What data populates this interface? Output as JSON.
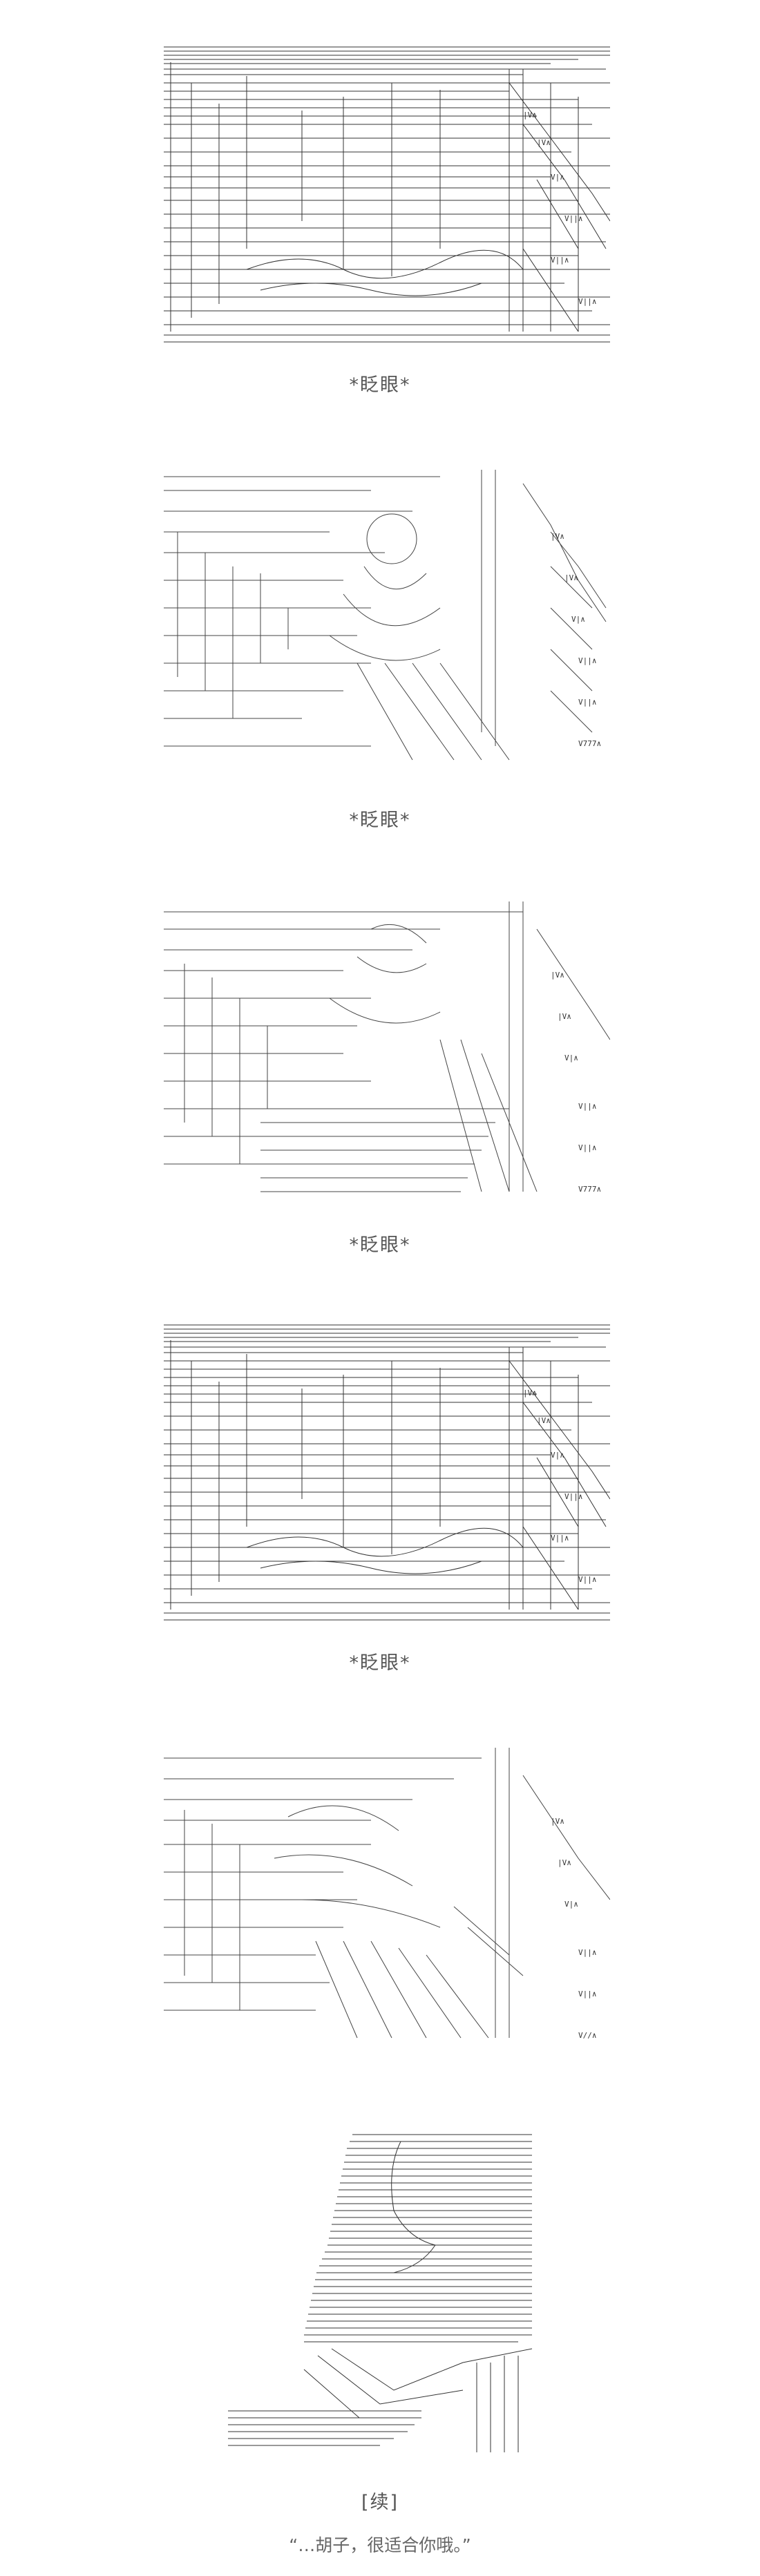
{
  "captions": [
    "*眨眼*",
    "*眨眼*",
    "*眨眼*",
    "*眨眼*"
  ],
  "ending": {
    "tag": "[续]",
    "quote": "“…胡子，很适合你哦。”"
  }
}
